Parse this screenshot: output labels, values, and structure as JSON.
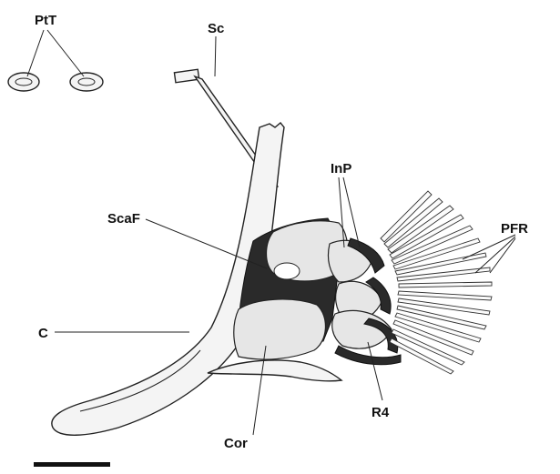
{
  "labels": {
    "ptt": "PtT",
    "sc": "Sc",
    "inp": "InP",
    "pfr": "PFR",
    "scaf": "ScaF",
    "c": "C",
    "cor": "Cor",
    "r4": "R4"
  },
  "colors": {
    "ink": "#111111",
    "cartilage": "#2a2a2a",
    "bone_fill": "#f4f4f4"
  },
  "ray_count": 16
}
